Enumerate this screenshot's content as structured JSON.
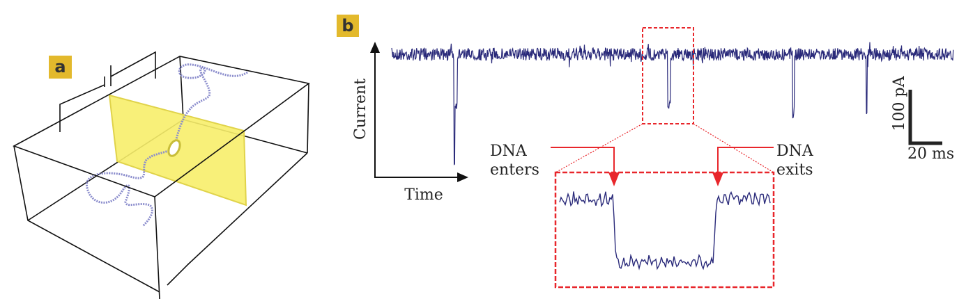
{
  "panel_a": {
    "label": "a"
  },
  "panel_b": {
    "label": "b",
    "y_axis_label": "Current",
    "x_axis_label": "Time",
    "enter_label": [
      "DNA",
      "enters"
    ],
    "exit_label": [
      "DNA",
      "exits"
    ],
    "scale_current": "100 pA",
    "scale_time": "20 ms"
  },
  "colors": {
    "label_bg": "#e3b92c",
    "membrane": "#f7ee6a",
    "dna": "#8a8ccc",
    "trace": "#2a2a7a",
    "highlight": "#e8262b"
  }
}
